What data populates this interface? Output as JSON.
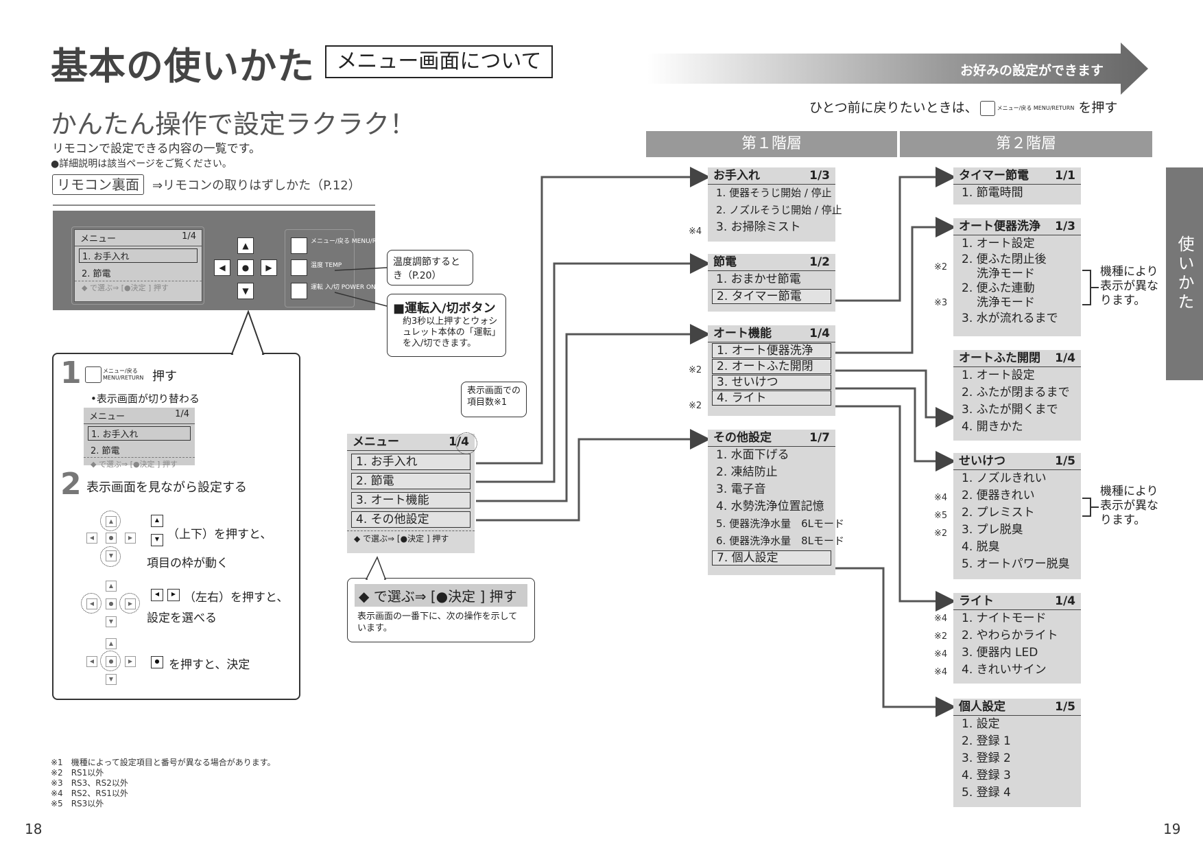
{
  "header": {
    "title": "基本の使いかた",
    "section": "メニュー画面について",
    "banner": "お好みの設定ができます",
    "back_note_pre": "ひとつ前に戻りたいときは、",
    "back_note_btn": "メニュー/戻る MENU/RETURN",
    "back_note_post": "を押す"
  },
  "intro": {
    "subtitle": "かんたん操作で設定ラクラク！",
    "desc": "リモコンで設定できる内容の一覧です。",
    "note": "●詳細説明は該当ページをご覧ください。",
    "tag": "リモコン裏面",
    "ref": "⇒リモコンの取りはずしかた（P.12）"
  },
  "remote": {
    "lcd_title": "メニュー",
    "lcd_page": "1/4",
    "lcd_item1": "1. お手入れ",
    "lcd_item2": "2. 節電",
    "lcd_hint": "◆ で選ぶ⇒ [●決定 ] 押す",
    "btn_menu": "メニュー/戻る MENU/RETURN",
    "btn_temp": "温度 TEMP",
    "btn_power": "運転 入/切 POWER ON/OFF",
    "temp_bubble": "温度調節するとき（P.20）",
    "power_title": "■運転入/切ボタン",
    "power_desc": "約3秒以上押すとウォシュレット本体の「運転」を入/切できます。"
  },
  "steps": {
    "s1_num": "1",
    "s1_btn": "メニュー/戻る MENU/RETURN",
    "s1_text": "押す",
    "s1_sub": "•表示画面が切り替わる",
    "s2_num": "2",
    "s2_text": "表示画面を見ながら設定する",
    "ud_text1": "（上下）を押すと、",
    "ud_text2": "項目の枠が動く",
    "lr_text1": "（左右）を押すと、",
    "lr_text2": "設定を選べる",
    "ok_text": "を押すと、決定"
  },
  "main_menu": {
    "title": "メニュー",
    "page": "1/4",
    "items": [
      "1. お手入れ",
      "2. 節電",
      "3. オート機能",
      "4. その他設定"
    ],
    "hint": "◆ で選ぶ⇒ [●決定 ] 押す",
    "count_bubble": "表示画面での項目数※1",
    "hint_big": "◆ で選ぶ⇒ [●決定 ] 押す",
    "hint_desc": "表示画面の一番下に、次の操作を示しています。"
  },
  "layers": {
    "first": "第１階層",
    "second": "第２階層"
  },
  "first_layer": [
    {
      "title": "お手入れ",
      "page": "1/3",
      "items": [
        "1. 便器そうじ開始 / 停止",
        "2. ノズルそうじ開始 / 停止",
        "3. お掃除ミスト"
      ],
      "marks": [
        "",
        "",
        "※4"
      ]
    },
    {
      "title": "節電",
      "page": "1/2",
      "items": [
        "1. おまかせ節電",
        "2. タイマー節電"
      ],
      "marks": [
        "",
        ""
      ]
    },
    {
      "title": "オート機能",
      "page": "1/4",
      "items": [
        "1. オート便器洗浄",
        "2. オートふた開閉",
        "3. せいけつ",
        "4. ライト"
      ],
      "marks": [
        "",
        "※2",
        "",
        "※2"
      ]
    },
    {
      "title": "その他設定",
      "page": "1/7",
      "items": [
        "1. 水面下げる",
        "2. 凍結防止",
        "3. 電子音",
        "4. 水勢洗浄位置記憶",
        "5. 便器洗浄水量　6Lモード",
        "6. 便器洗浄水量　8Lモード",
        "7. 個人設定"
      ],
      "marks": [
        "",
        "",
        "",
        "",
        "",
        "",
        ""
      ]
    }
  ],
  "second_layer": [
    {
      "title": "タイマー節電",
      "page": "1/1",
      "items": [
        "1. 節電時間"
      ],
      "marks": [
        ""
      ]
    },
    {
      "title": "オート便器洗浄",
      "page": "1/3",
      "items": [
        "1. オート設定",
        "2. 便ふた閉止後",
        "洗浄モード",
        "2. 便ふた連動",
        "洗浄モード",
        "3. 水が流れるまで"
      ],
      "marks": [
        "",
        "※2",
        "",
        "※3",
        "",
        ""
      ]
    },
    {
      "title": "オートふた開閉",
      "page": "1/4",
      "items": [
        "1. オート設定",
        "2. ふたが閉まるまで",
        "3. ふたが開くまで",
        "4. 開きかた"
      ],
      "marks": [
        "",
        "",
        "",
        ""
      ]
    },
    {
      "title": "せいけつ",
      "page": "1/5",
      "items": [
        "1. ノズルきれい",
        "2. 便器きれい",
        "2. プレミスト",
        "3. プレ脱臭",
        "4. 脱臭",
        "5. オートパワー脱臭"
      ],
      "marks": [
        "",
        "※4",
        "※5",
        "※2",
        "",
        ""
      ]
    },
    {
      "title": "ライト",
      "page": "1/4",
      "items": [
        "1. ナイトモード",
        "2. やわらかライト",
        "3. 便器内 LED",
        "4. きれいサイン"
      ],
      "marks": [
        "※4",
        "※2",
        "※4",
        "※4"
      ]
    },
    {
      "title": "個人設定",
      "page": "1/5",
      "items": [
        "1. 設定",
        "2. 登録 1",
        "3. 登録 2",
        "4. 登録 3",
        "5. 登録 4"
      ],
      "marks": [
        "",
        "",
        "",
        "",
        ""
      ]
    }
  ],
  "side_notes": {
    "note1": "機種により表示が異なります。",
    "note2": "機種により表示が異なります。"
  },
  "footnotes": [
    "※1　機種によって設定項目と番号が異なる場合があります。",
    "※2　RS1以外",
    "※3　RS3、RS2以外",
    "※4　RS2、RS1以外",
    "※5　RS3以外"
  ],
  "pages": {
    "left": "18",
    "right": "19"
  },
  "side_tab": "使いかた"
}
